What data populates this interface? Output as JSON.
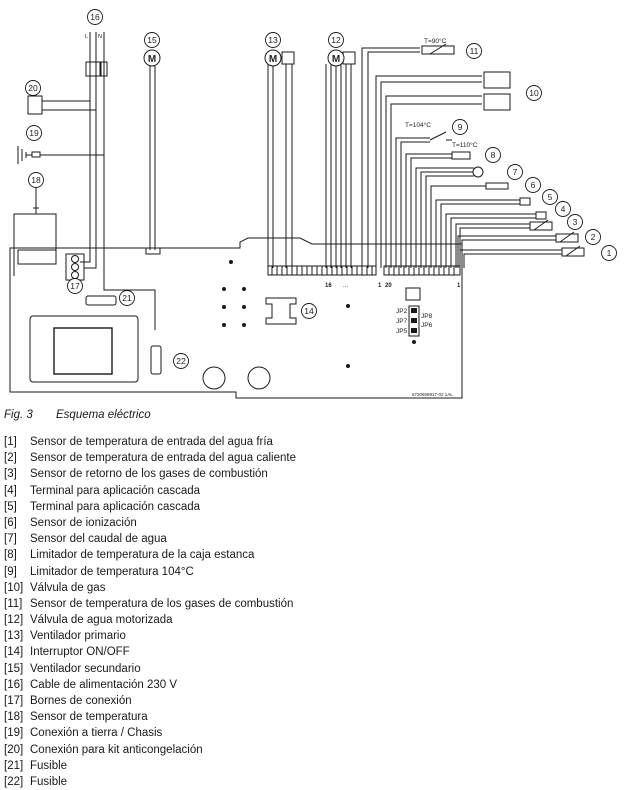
{
  "diagram": {
    "callouts": [
      "1",
      "2",
      "3",
      "4",
      "5",
      "6",
      "7",
      "8",
      "9",
      "10",
      "11",
      "12",
      "13",
      "14",
      "15",
      "16",
      "17",
      "18",
      "19",
      "20",
      "21",
      "22"
    ],
    "temp_labels": {
      "t90": "T=90°C",
      "t104": "T=104°C",
      "t110": "T=110°C"
    },
    "fan_symbol": "M",
    "cable_labels": {
      "live": "L",
      "neutral": "N"
    },
    "connector_labels": {
      "c16": "16",
      "dots": "...",
      "c1a": "1",
      "c20": "20",
      "c1b": "1"
    },
    "jumpers": {
      "jp2": "JP2",
      "jp7": "JP7",
      "jp5": "JP5",
      "jp8": "JP8",
      "jp6": "JP6"
    },
    "drawing_code": "6720608917-02.1AL"
  },
  "caption": {
    "fig": "Fig. 3",
    "title": "Esquema eléctrico"
  },
  "legend": [
    {
      "num": "[1]",
      "text": "Sensor de temperatura de entrada  del agua fría"
    },
    {
      "num": "[2]",
      "text": "Sensor de temperatura de entrada  del agua caliente"
    },
    {
      "num": "[3]",
      "text": "Sensor de retorno de los gases de combustión"
    },
    {
      "num": "[4]",
      "text": "Terminal para aplicación cascada"
    },
    {
      "num": "[5]",
      "text": "Terminal  para aplicación cascada"
    },
    {
      "num": "[6]",
      "text": "Sensor de ionización"
    },
    {
      "num": "[7]",
      "text": "Sensor del caudal de agua"
    },
    {
      "num": "[8]",
      "text": "Limitador de temperatura de la caja estanca"
    },
    {
      "num": "[9]",
      "text": "Limitador de temperatura 104°C"
    },
    {
      "num": "[10]",
      "text": "Válvula de gas"
    },
    {
      "num": "[11]",
      "text": "Sensor de temperatura de los gases de combustión"
    },
    {
      "num": "[12]",
      "text": "Válvula de agua motorizada"
    },
    {
      "num": "[13]",
      "text": "Ventilador primario"
    },
    {
      "num": "[14]",
      "text": "Interruptor  ON/OFF"
    },
    {
      "num": "[15]",
      "text": "Ventilador secundario"
    },
    {
      "num": "[16]",
      "text": "Cable de alimentación 230 V"
    },
    {
      "num": "[17]",
      "text": "Bornes de conexión"
    },
    {
      "num": "[18]",
      "text": "Sensor de temperatura"
    },
    {
      "num": "[19]",
      "text": "Conexión a tierra / Chasis"
    },
    {
      "num": "[20]",
      "text": "Conexión para kit anticongelación"
    },
    {
      "num": "[21]",
      "text": "Fusible"
    },
    {
      "num": "[22]",
      "text": "Fusible"
    }
  ]
}
